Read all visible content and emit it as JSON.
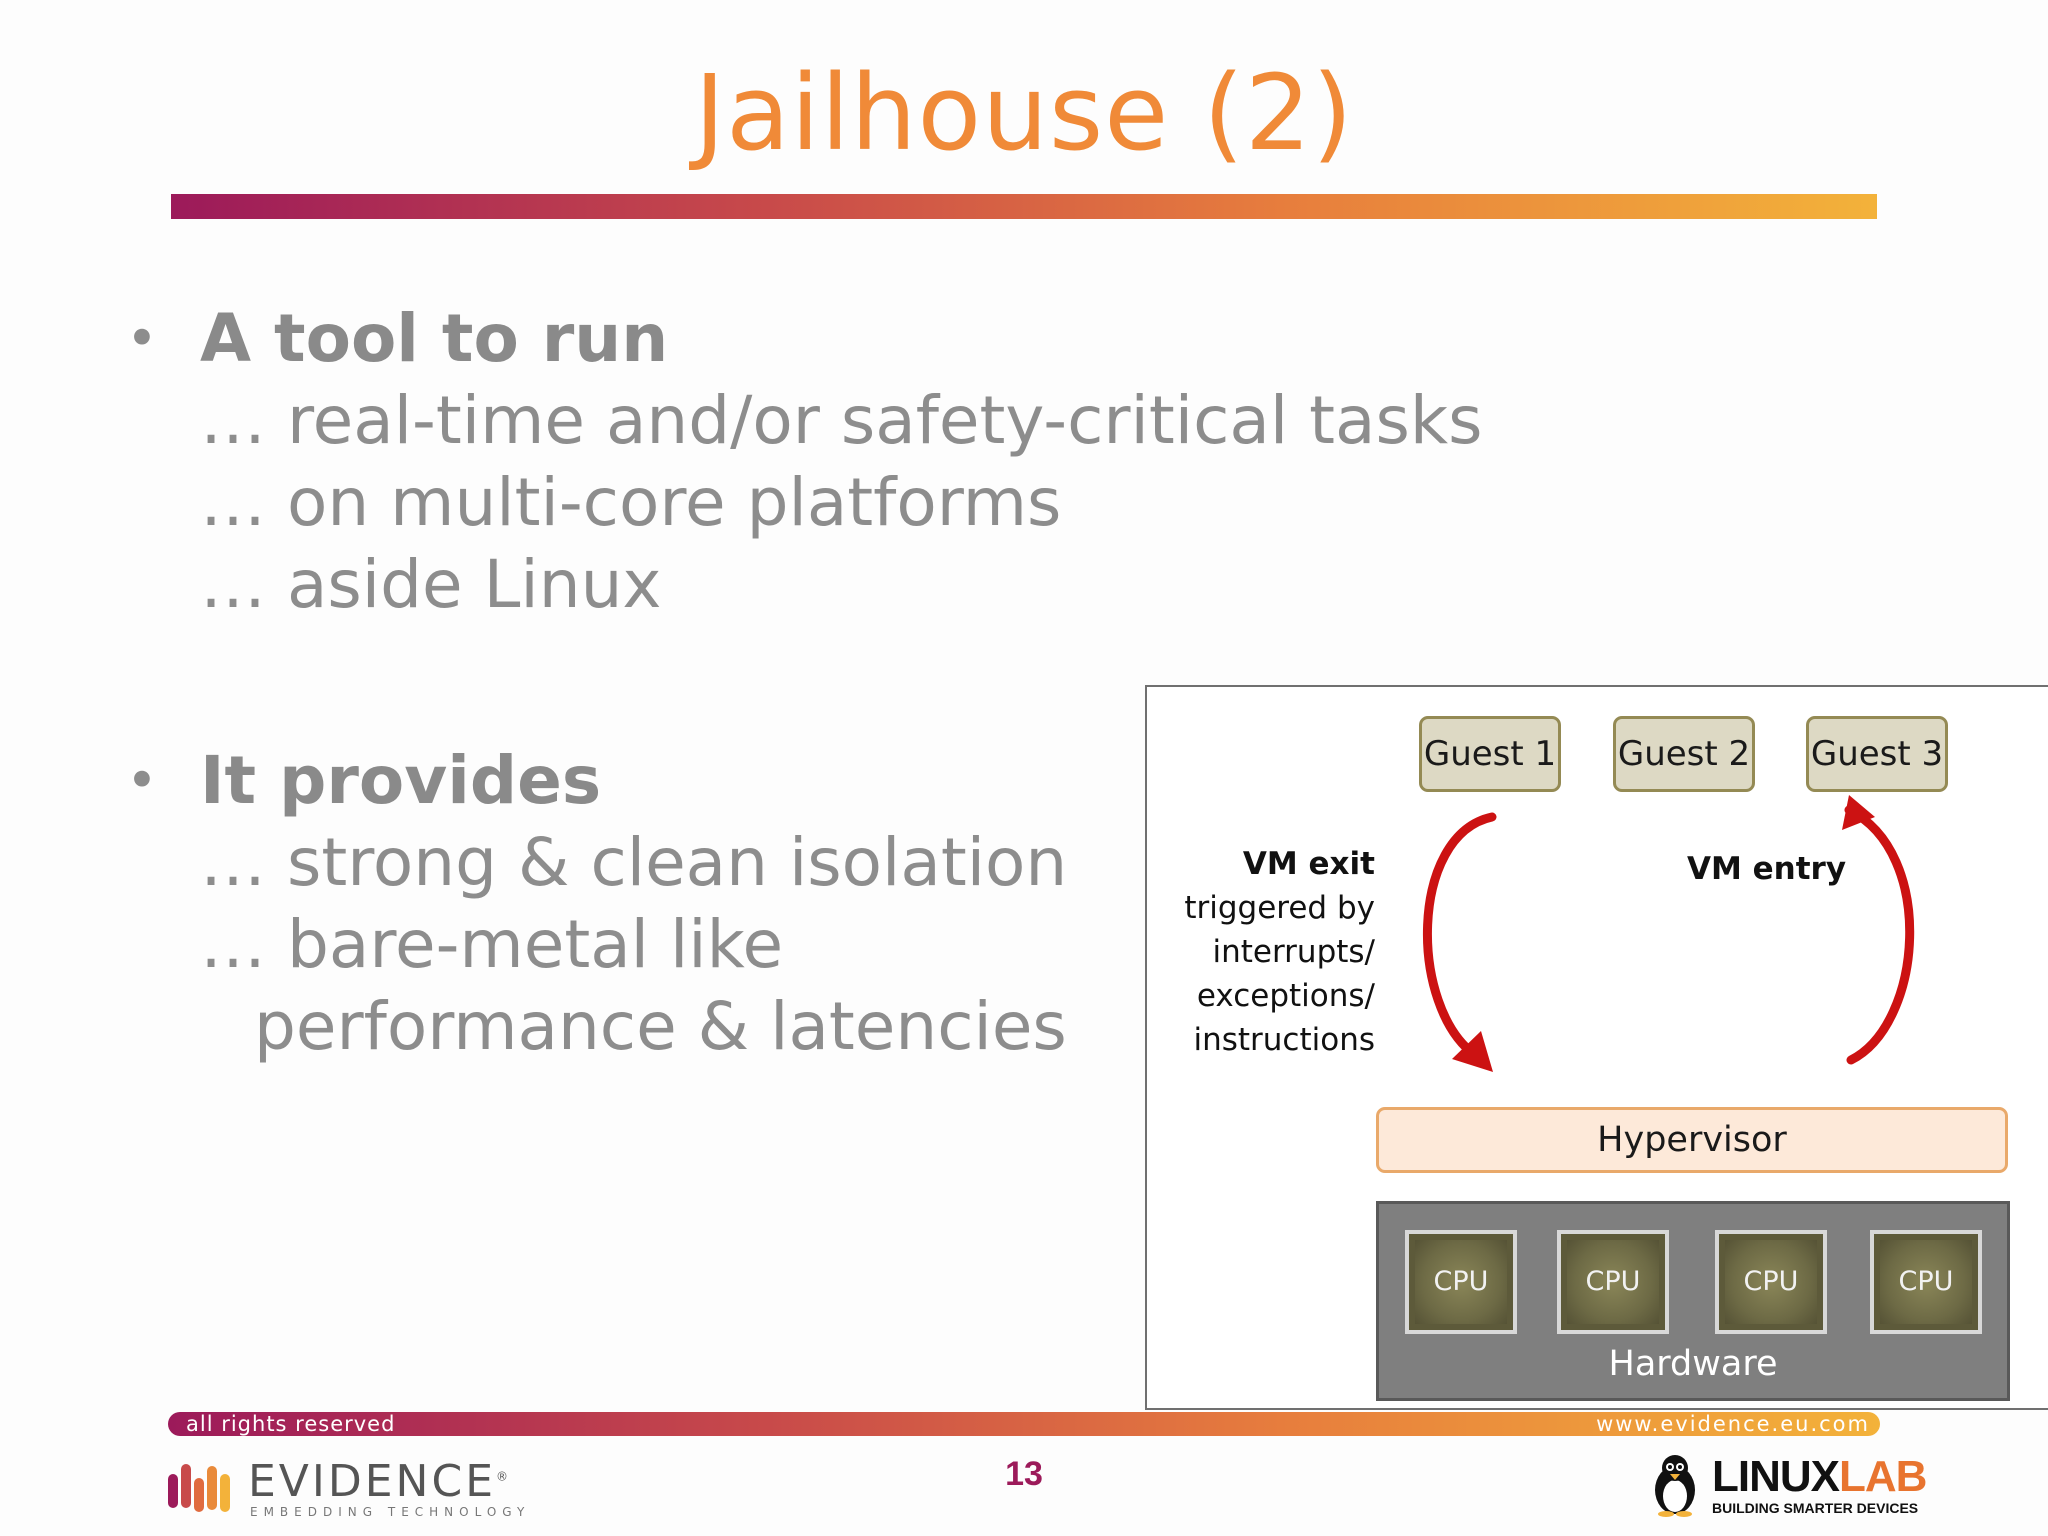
{
  "slide": {
    "title": "Jailhouse (2)",
    "page_number": "13"
  },
  "bullets": [
    {
      "heading": "A tool to run",
      "lines": [
        "… real-time and/or safety-critical tasks",
        "… on multi-core platforms",
        "… aside Linux"
      ]
    },
    {
      "heading": "It provides",
      "lines": [
        "… strong & clean isolation",
        "… bare-metal like",
        "performance & latencies"
      ]
    }
  ],
  "diagram": {
    "guests": [
      "Guest 1",
      "Guest 2",
      "Guest 3"
    ],
    "vm_exit": {
      "title": "VM exit",
      "lines": [
        "triggered by",
        "interrupts/",
        "exceptions/",
        "instructions"
      ]
    },
    "vm_entry": "VM entry",
    "hypervisor": "Hypervisor",
    "cpus": [
      "CPU",
      "CPU",
      "CPU",
      "CPU"
    ],
    "hardware": "Hardware",
    "colors": {
      "arrow": "#cc1212",
      "guest_fill": "#ddd9c4",
      "hypervisor_fill": "#fde9d9",
      "hardware_fill": "#7f7f7f"
    }
  },
  "footer": {
    "rights": "all rights reserved",
    "website": "www.evidence.eu.com",
    "evidence_logo": {
      "name": "EVIDENCE",
      "registered": "®",
      "tagline": "EMBEDDING TECHNOLOGY"
    },
    "linuxlab_logo": {
      "name_part1": "LINUX",
      "name_part2": "LAB",
      "tagline": "BUILDING SMARTER DEVICES"
    }
  },
  "colors": {
    "title": "#f08a38",
    "body_text": "#8d8d8d",
    "gradient_start": "#9c1a5a",
    "gradient_end": "#f3b23a",
    "page_number": "#9c1a5a"
  }
}
